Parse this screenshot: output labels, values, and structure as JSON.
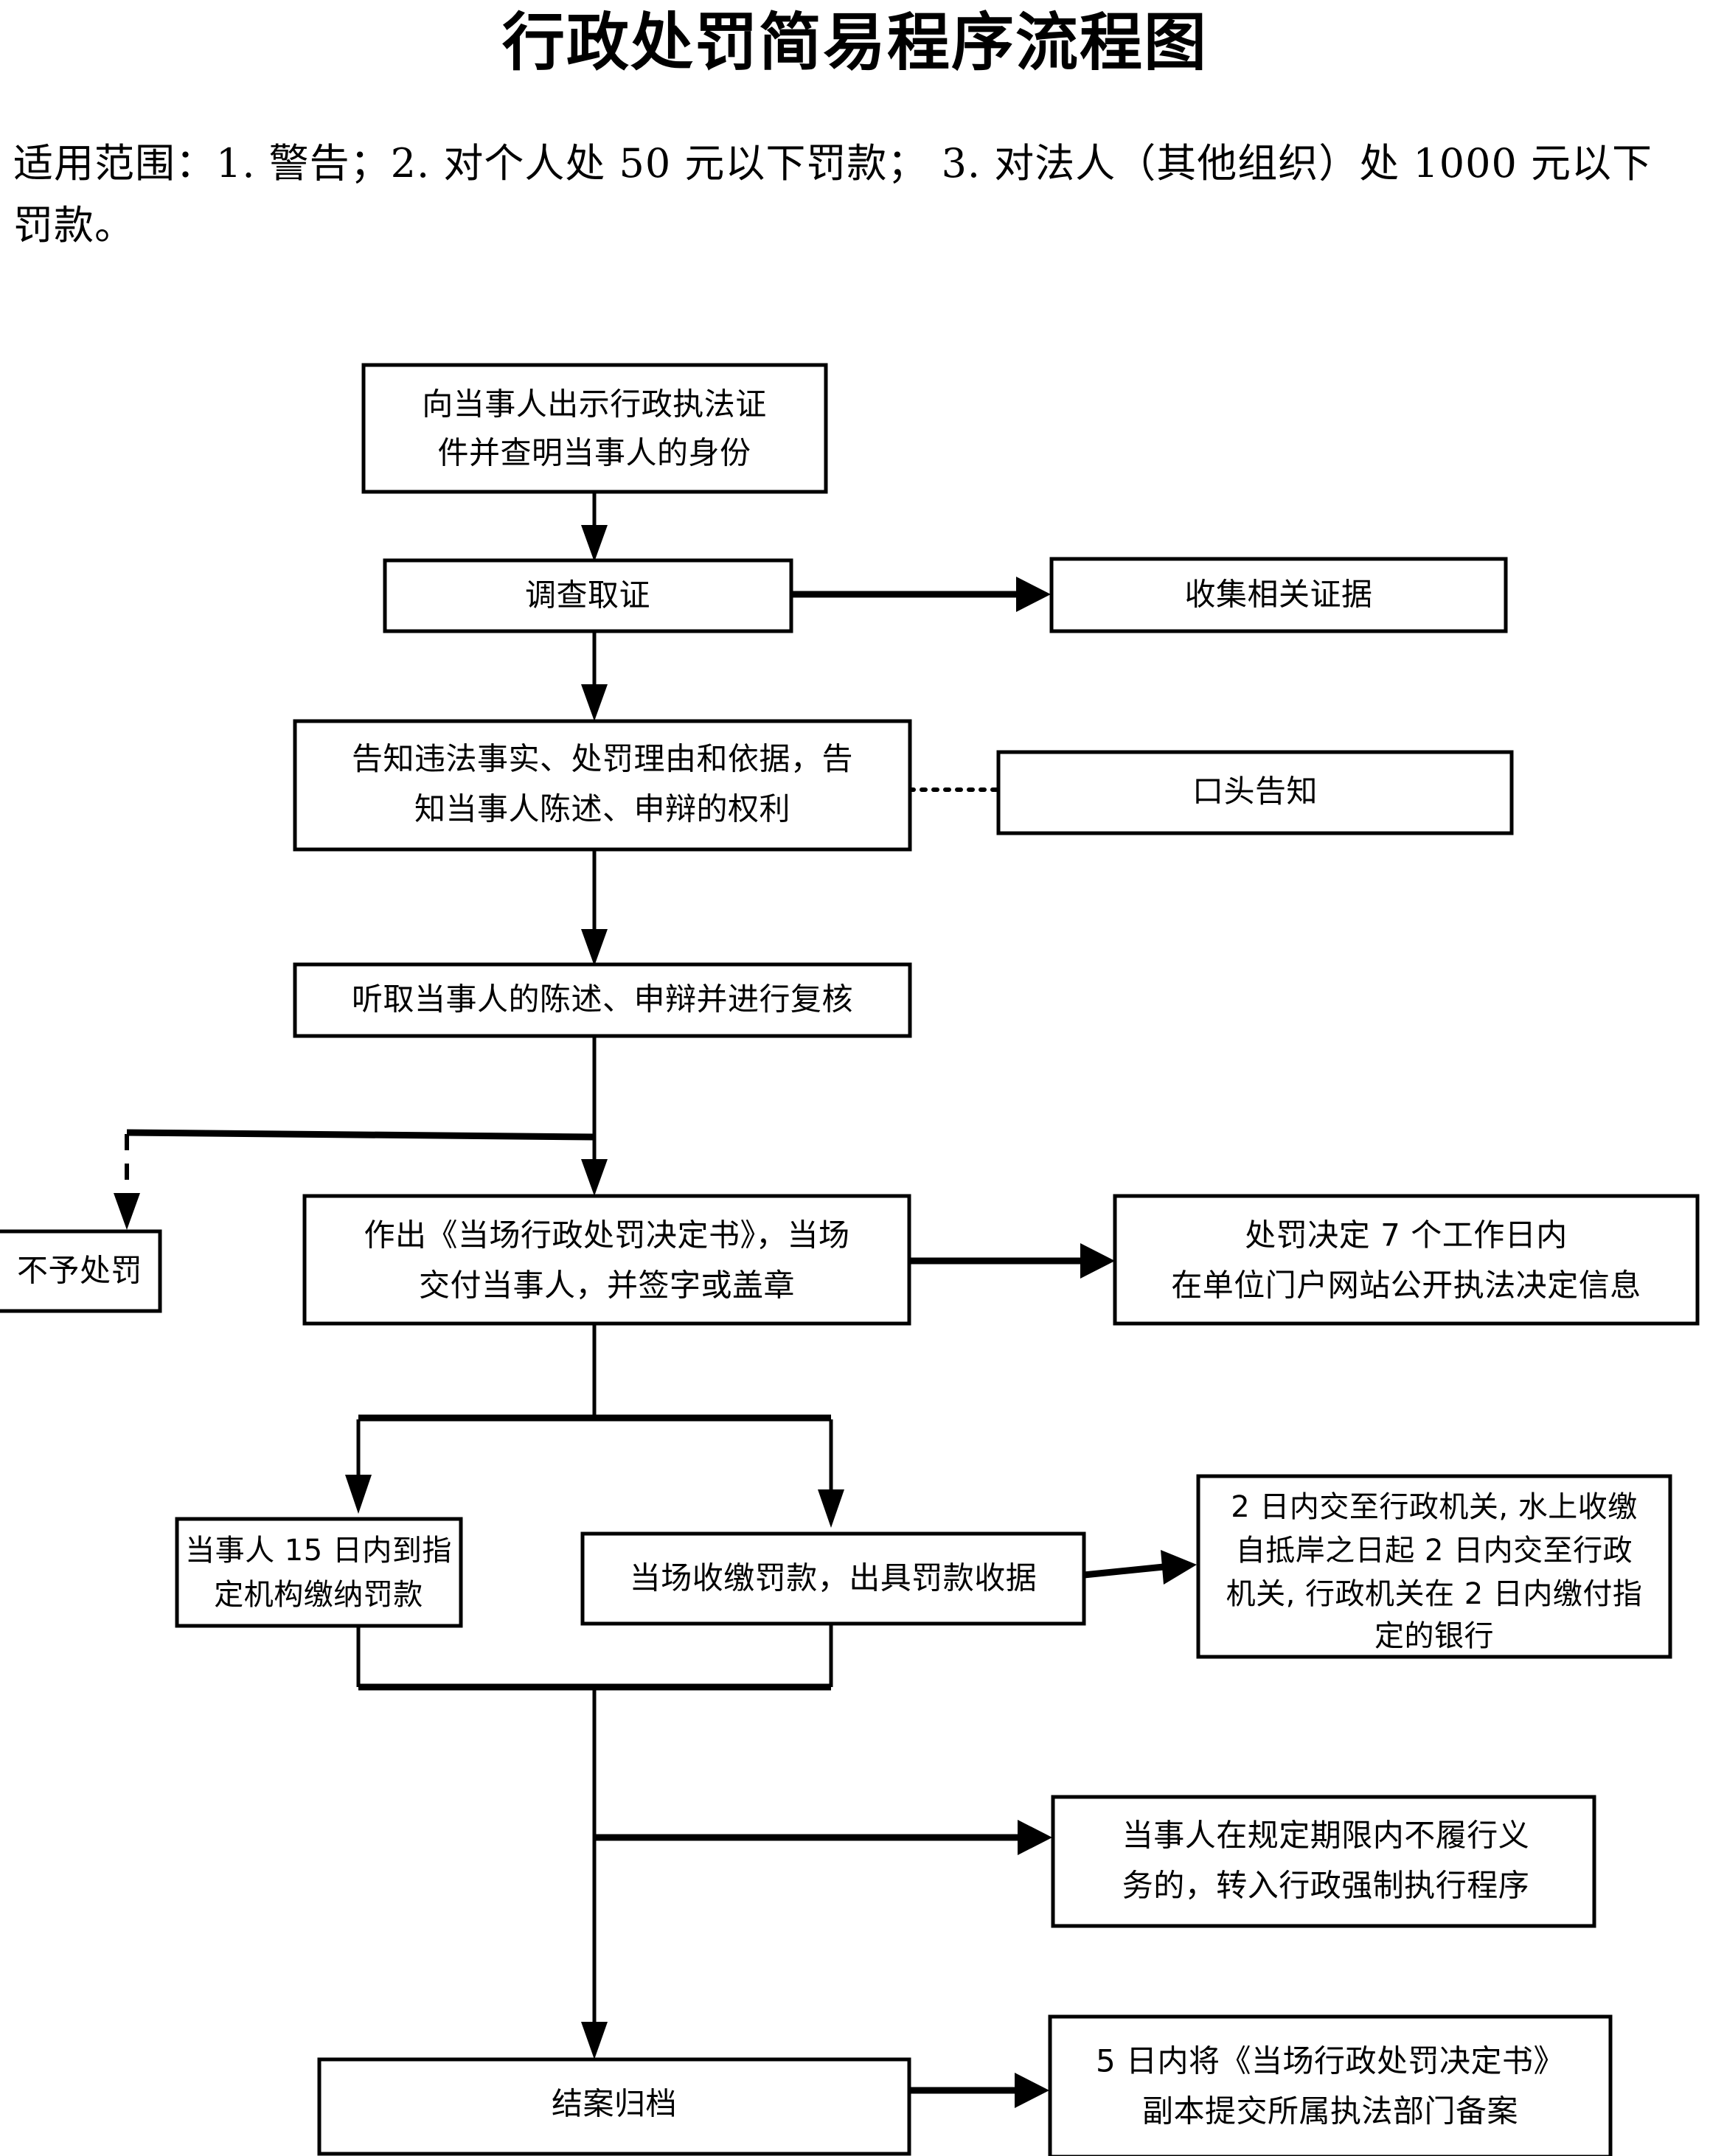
{
  "document": {
    "title": "行政处罚简易程序流程图",
    "scope_note": "适用范围：1. 警告；2. 对个人处 50 元以下罚款； 3. 对法人（其他组织）处 1000 元以下罚款。"
  },
  "flowchart": {
    "type": "flowchart",
    "orientation": "top-to-bottom",
    "nodes": [
      {
        "id": "n1",
        "label_line1": "向当事人出示行政执法证",
        "label_line2": "件并查明当事人的身份"
      },
      {
        "id": "n2",
        "label_line1": "调查取证"
      },
      {
        "id": "n3",
        "label_line1": "收集相关证据"
      },
      {
        "id": "n4",
        "label_line1": "告知违法事实、处罚理由和依据，告",
        "label_line2": "知当事人陈述、申辩的权利"
      },
      {
        "id": "n5",
        "label_line1": "口头告知"
      },
      {
        "id": "n6",
        "label_line1": "听取当事人的陈述、申辩并进行复核"
      },
      {
        "id": "n7",
        "label_line1": "不予处罚"
      },
      {
        "id": "n8",
        "label_line1": "作出《当场行政处罚决定书》，当场",
        "label_line2": "交付当事人，并签字或盖章"
      },
      {
        "id": "n9",
        "label_line1": "处罚决定 7 个工作日内",
        "label_line2": "在单位门户网站公开执法决定信息"
      },
      {
        "id": "n10",
        "label_line1": "当事人 15 日内到指",
        "label_line2": "定机构缴纳罚款"
      },
      {
        "id": "n11",
        "label_line1": "当场收缴罚款，出具罚款收据"
      },
      {
        "id": "n12",
        "label_line1": "2 日内交至行政机关, 水上收缴",
        "label_line2": "自抵岸之日起 2 日内交至行政",
        "label_line3": "机关, 行政机关在 2 日内缴付指",
        "label_line4": "定的银行"
      },
      {
        "id": "n13",
        "label_line1": "当事人在规定期限内不履行义",
        "label_line2": "务的，转入行政强制执行程序"
      },
      {
        "id": "n14",
        "label_line1": "结案归档"
      },
      {
        "id": "n15",
        "label_line1": "5 日内将《当场行政处罚决定书》",
        "label_line2": "副本提交所属执法部门备案"
      }
    ],
    "edges": [
      {
        "from": "n1",
        "to": "n2",
        "style": "solid-arrow"
      },
      {
        "from": "n2",
        "to": "n3",
        "style": "solid-arrow"
      },
      {
        "from": "n2",
        "to": "n4",
        "style": "solid-arrow"
      },
      {
        "from": "n4",
        "to": "n5",
        "style": "dotted"
      },
      {
        "from": "n4",
        "to": "n6",
        "style": "solid-arrow"
      },
      {
        "from": "n6",
        "to": "n7",
        "style": "dashed-arrow"
      },
      {
        "from": "n6",
        "to": "n8",
        "style": "solid-arrow"
      },
      {
        "from": "n8",
        "to": "n9",
        "style": "solid-arrow"
      },
      {
        "from": "n8",
        "to": "n10",
        "style": "solid-arrow"
      },
      {
        "from": "n8",
        "to": "n11",
        "style": "solid-arrow"
      },
      {
        "from": "n11",
        "to": "n12",
        "style": "solid-arrow"
      },
      {
        "from": "n10",
        "to": "n13",
        "style": "solid-arrow"
      },
      {
        "from": "n11",
        "to": "n14",
        "style": "solid-arrow"
      },
      {
        "from": "n14",
        "to": "n15",
        "style": "solid-arrow"
      }
    ]
  }
}
